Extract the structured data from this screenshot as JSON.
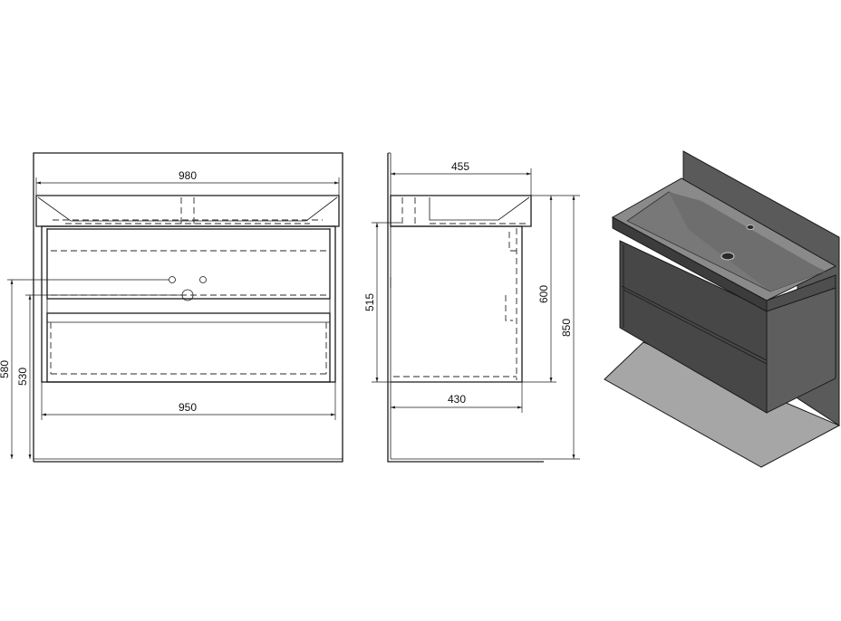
{
  "front_view": {
    "overall_width": "980",
    "cabinet_width": "950",
    "drain_height": "580",
    "waste_height": "530"
  },
  "side_view": {
    "overall_depth": "455",
    "cabinet_depth": "430",
    "cabinet_height": "515",
    "top_height": "600",
    "overall_height": "850"
  },
  "colors": {
    "line": "#1a1a1a",
    "cabinet_face": "#4a4a4a",
    "cabinet_top": "#5c5c5c",
    "basin": "#8a8a8a",
    "floor": "#a6a6a6",
    "wall": "#5a5a5a"
  }
}
